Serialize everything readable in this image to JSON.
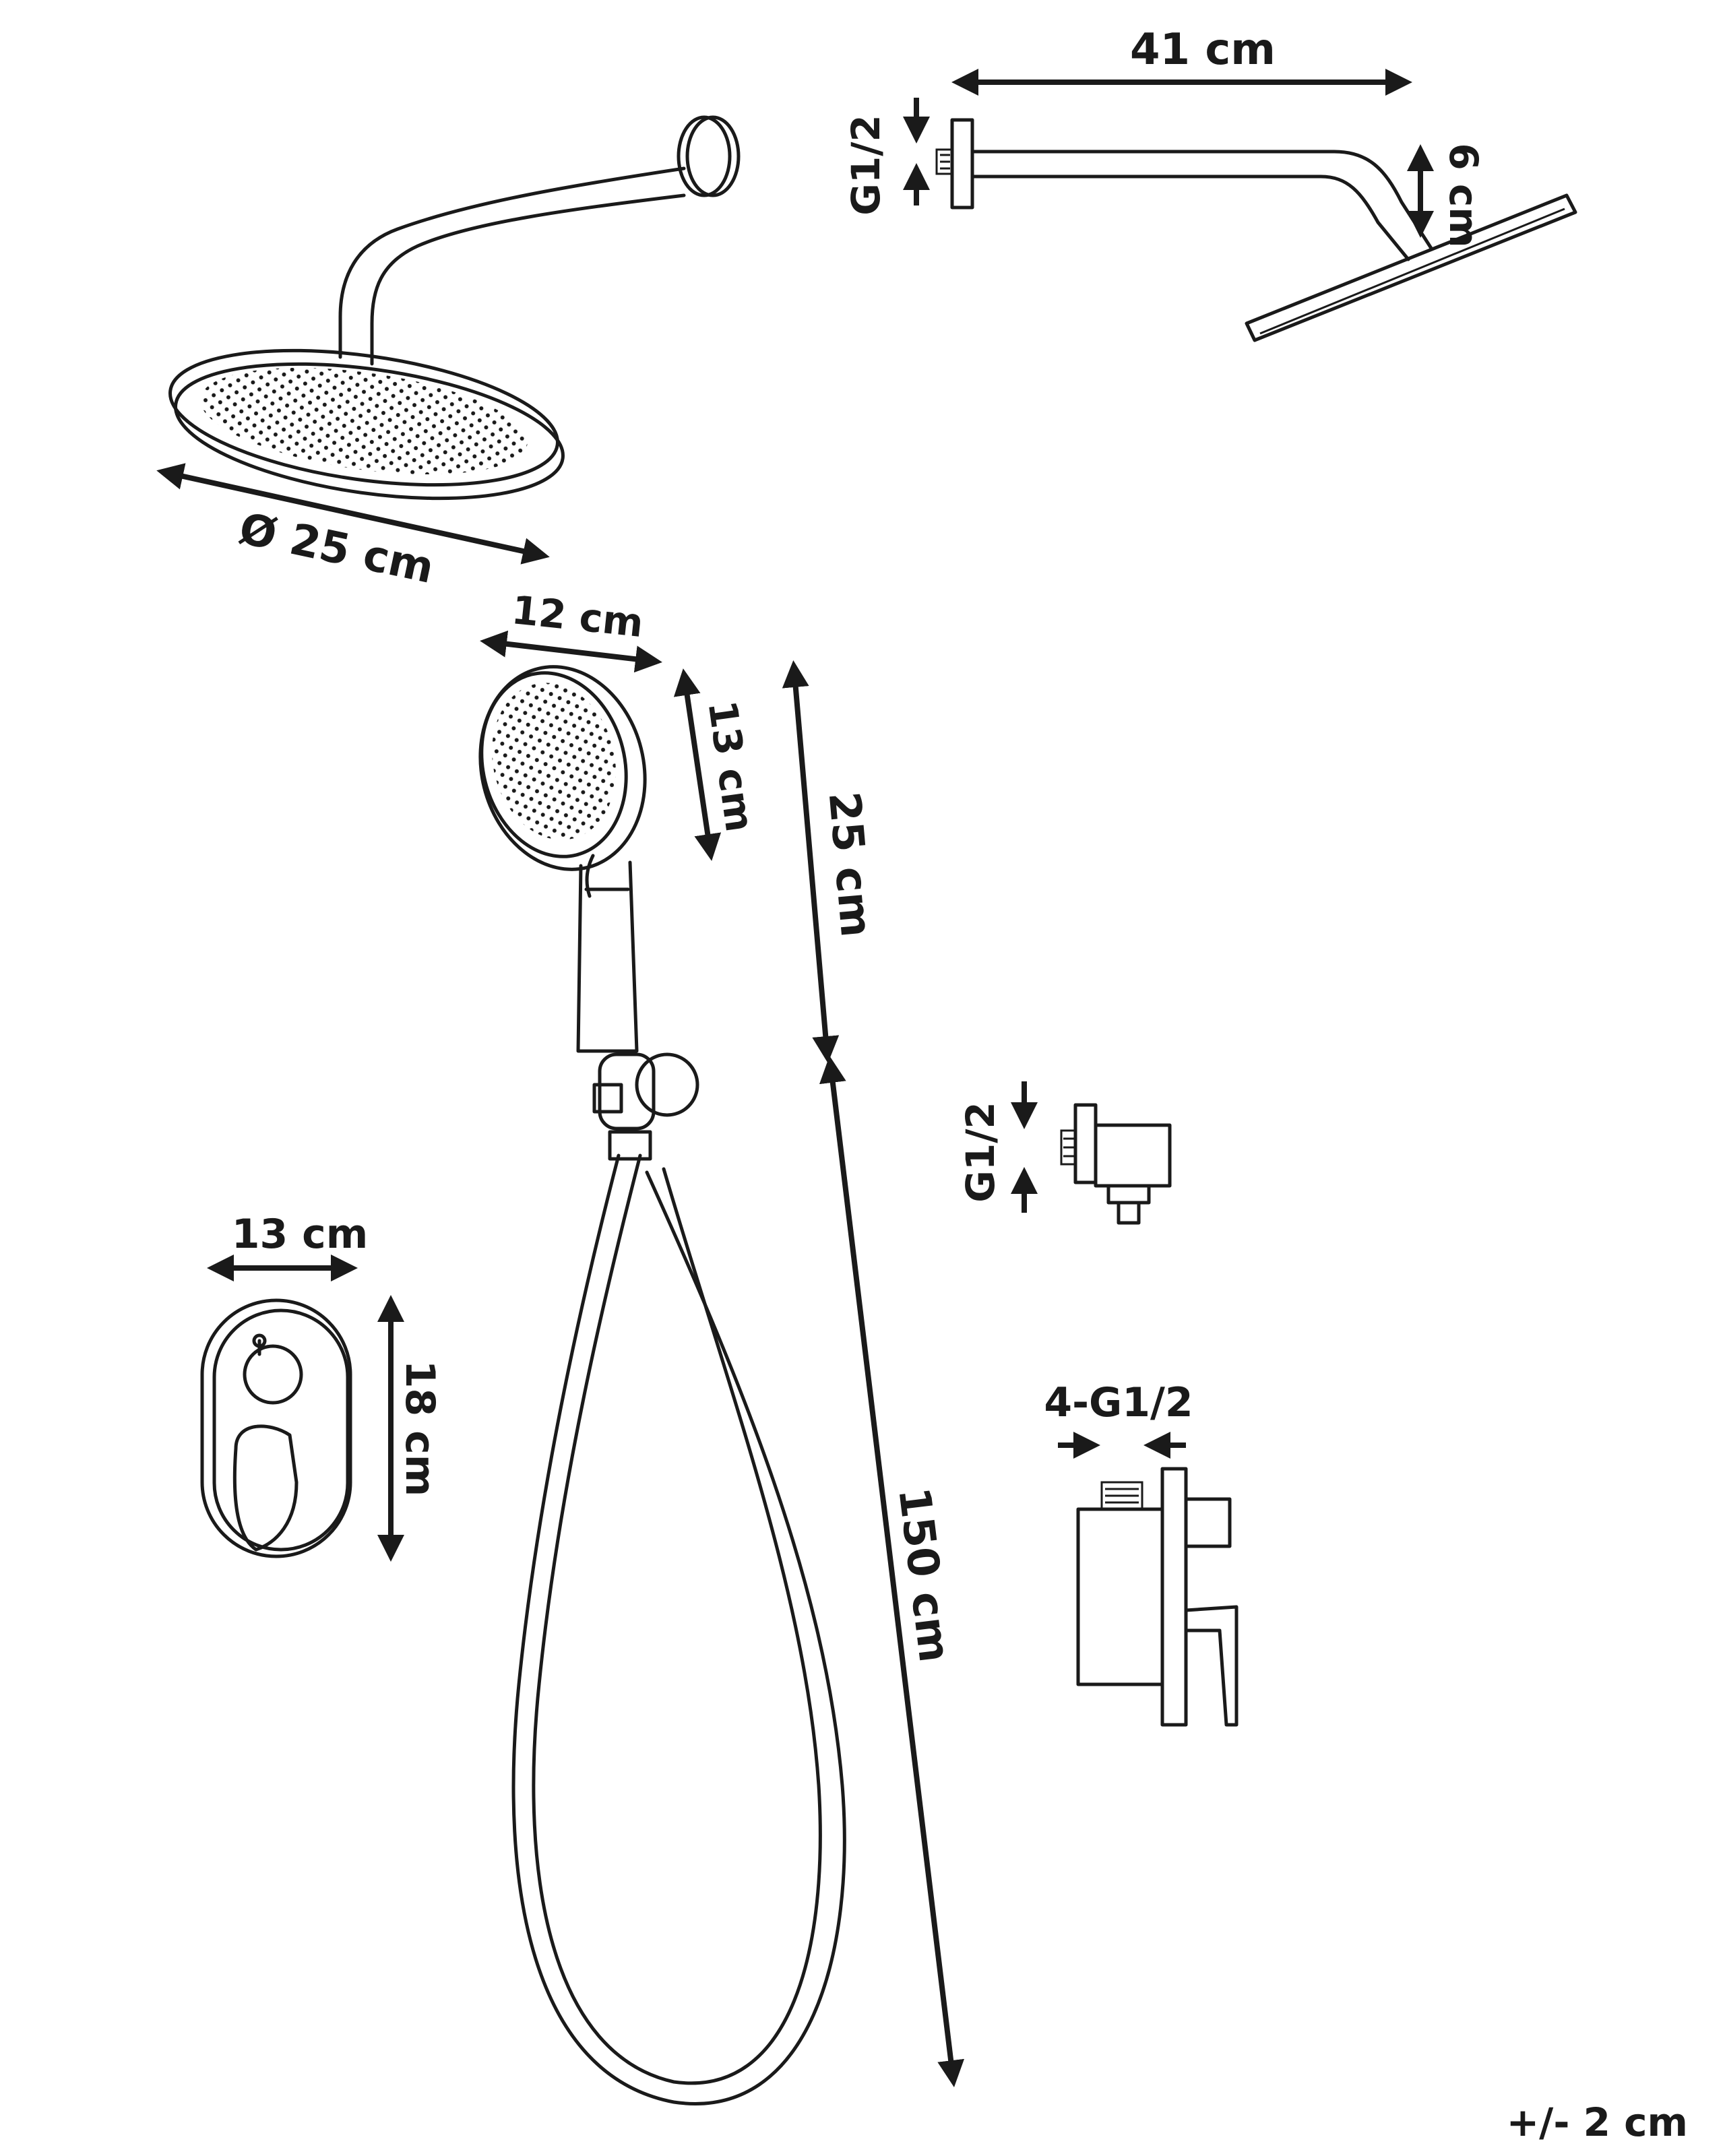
{
  "labels": {
    "arm_length": "41 cm",
    "arm_thread": "G1/2",
    "arm_height": "6 cm",
    "head_diameter": "Ø 25 cm",
    "hand_width": "12 cm",
    "hand_face": "13 cm",
    "hand_length": "25 cm",
    "hose_length": "150 cm",
    "elbow_thread": "G1/2",
    "plate_width": "13 cm",
    "plate_height": "18 cm",
    "valve_threads": "4-G1/2",
    "tolerance": "+/- 2 cm"
  }
}
